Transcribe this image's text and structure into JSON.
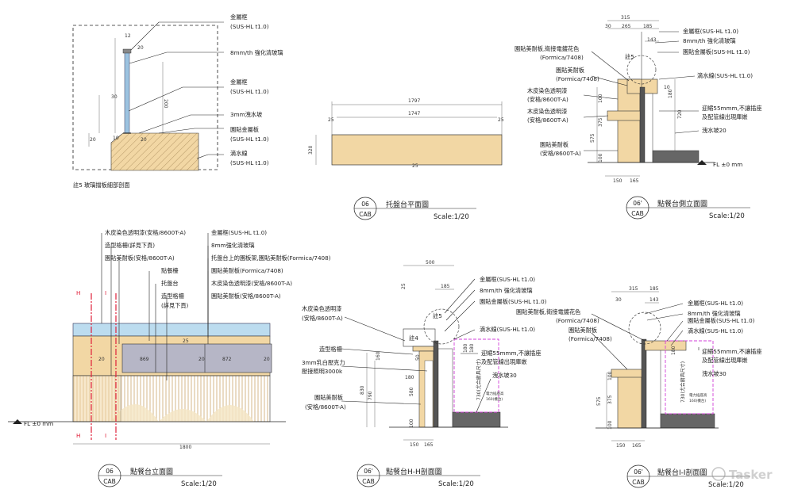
{
  "colors": {
    "wood": "#f2d7a4",
    "glass": "#9cc3e0",
    "concrete": "#666666",
    "red": "#e0203a",
    "magenta": "#d23fd8",
    "gray_panel": "#b6b6c6"
  },
  "det5": {
    "labels": [
      "金屬框",
      "(SUS-HL t1.0)",
      "8mm/th 強化清玻璃",
      "金屬框",
      "(SUS-HL t1.0)",
      "3mm洩水坡",
      "園貼金屬板",
      "(SUS-HL t1.0)",
      "滴水線",
      "(SUS-HL t1.0)"
    ],
    "dims": [
      "12",
      "20",
      "30",
      "10",
      "20",
      "20",
      "200"
    ],
    "caption": "註5 玻璃擋板細部剖面"
  },
  "plan": {
    "dims": [
      "1797",
      "1747",
      "25",
      "25",
      "320",
      "25"
    ],
    "bubble": {
      "num": "06",
      "code": "CAB"
    },
    "title": "托盤台平面圖",
    "scale": "Scale:1/20"
  },
  "side": {
    "labels": [
      "園貼美耐板,衛接電鍍花色",
      "(Formica/7408)",
      "園貼美耐板",
      "(Formica/7408)",
      "木皮染色透明漆",
      "(安格/8600T-A)",
      "木皮染色透明漆",
      "(安格/8600T-A)",
      "園貼美耐板",
      "(安格/8600T-A)",
      "金屬框(SUS-HL t1.0)",
      "8mm/th 強化清玻璃",
      "園貼金屬板(SUS-HL t1.0)",
      "滴水線(SUS-HL t1.0)",
      "迎縮55mmm,不讓插座",
      "及配管線出現庫嵌",
      "洩水坡20",
      "FL ±0 mm",
      "註5"
    ],
    "dims": [
      "315",
      "30",
      "265",
      "185",
      "143",
      "575",
      "375",
      "100",
      "100",
      "150",
      "165",
      "720",
      "10",
      "180"
    ],
    "bubble": {
      "num": "06'",
      "code": "CAB"
    },
    "title": "點餐台側立面圖",
    "scale": "Scale:1/20"
  },
  "front": {
    "left_labels": [
      "木皮染色透明漆(安格/8600T-A)",
      "造型格柵(詳見下頁)",
      "園貼美耐板(安格/8600T-A)",
      "點餐檯",
      "托盤台",
      "造型格柵",
      "(詳見下頁)"
    ],
    "right_labels": [
      "金屬框(SUS-HL t1.0)",
      "8mm強化清玻璃",
      "托盤台上的園板架,園貼美耐板(Formica/7408)",
      "園貼美耐板(Formica/7408)",
      "木皮染色透明漆(安格/8600T-A)",
      "園貼美耐板(安格/8600T-A)"
    ],
    "dims": [
      "869",
      "20",
      "872",
      "20",
      "20",
      "1800",
      "25"
    ],
    "section_marks": [
      "H",
      "H",
      "I",
      "I"
    ],
    "fl": "FL ±0 mm",
    "bubble": {
      "num": "06",
      "code": "CAB"
    },
    "title": "點餐台立面圖",
    "scale": "Scale:1/20"
  },
  "hh": {
    "labels": [
      "木皮染色透明漆",
      "(安格/8600T-A)",
      "造型格柵",
      "3mm乳白壓克力",
      "壓接照明3000k",
      "園貼美耐板",
      "(安格/8600T-A)",
      "金屬框(SUS-HL t1.0)",
      "8mm/th 強化清玻璃",
      "園貼金屬板(SUS-HL t1.0)",
      "滴水線(SUS-HL t1.0)",
      "迎縮55mmm,不讓插座",
      "及配管線出現庫嵌",
      "洩水坡30",
      "註4",
      "註5"
    ],
    "dims": [
      "500",
      "185",
      "25",
      "160",
      "180",
      "830",
      "790",
      "580",
      "100",
      "150",
      "165",
      "50",
      "180",
      "180"
    ],
    "equip": [
      "730(尤合廚具尺寸)",
      "電力插座高",
      "160(機台)"
    ],
    "bubble": {
      "num": "06'",
      "code": "CAB"
    },
    "title": "點餐台H-H剖面圖",
    "scale": "Scale:1/20"
  },
  "ii": {
    "labels": [
      "金屬框(SUS-HL t1.0)",
      "8mm/th 強化清玻璃",
      "園貼美耐板,衛接電鍍花色",
      "(Formica/7408)",
      "園貼美耐板",
      "(Formica/7408)",
      "園貼金屬板(SUS-HL t1.0)",
      "滴水線(SUS-HL t1.0)",
      "迎縮55mmm,不讓插座",
      "及配管線出現庫嵌",
      "洩水坡30"
    ],
    "dims": [
      "315",
      "185",
      "30",
      "143",
      "575",
      "375",
      "100",
      "100",
      "150",
      "165",
      "180"
    ],
    "equip": [
      "730(尤合廚具尺寸)",
      "電力插座高",
      "160(機台)"
    ],
    "bubble": {
      "num": "06'",
      "code": "CAB"
    },
    "title": "點餐台I-I剖面圖",
    "scale": "Scale:1/20"
  },
  "watermark": "Tasker"
}
